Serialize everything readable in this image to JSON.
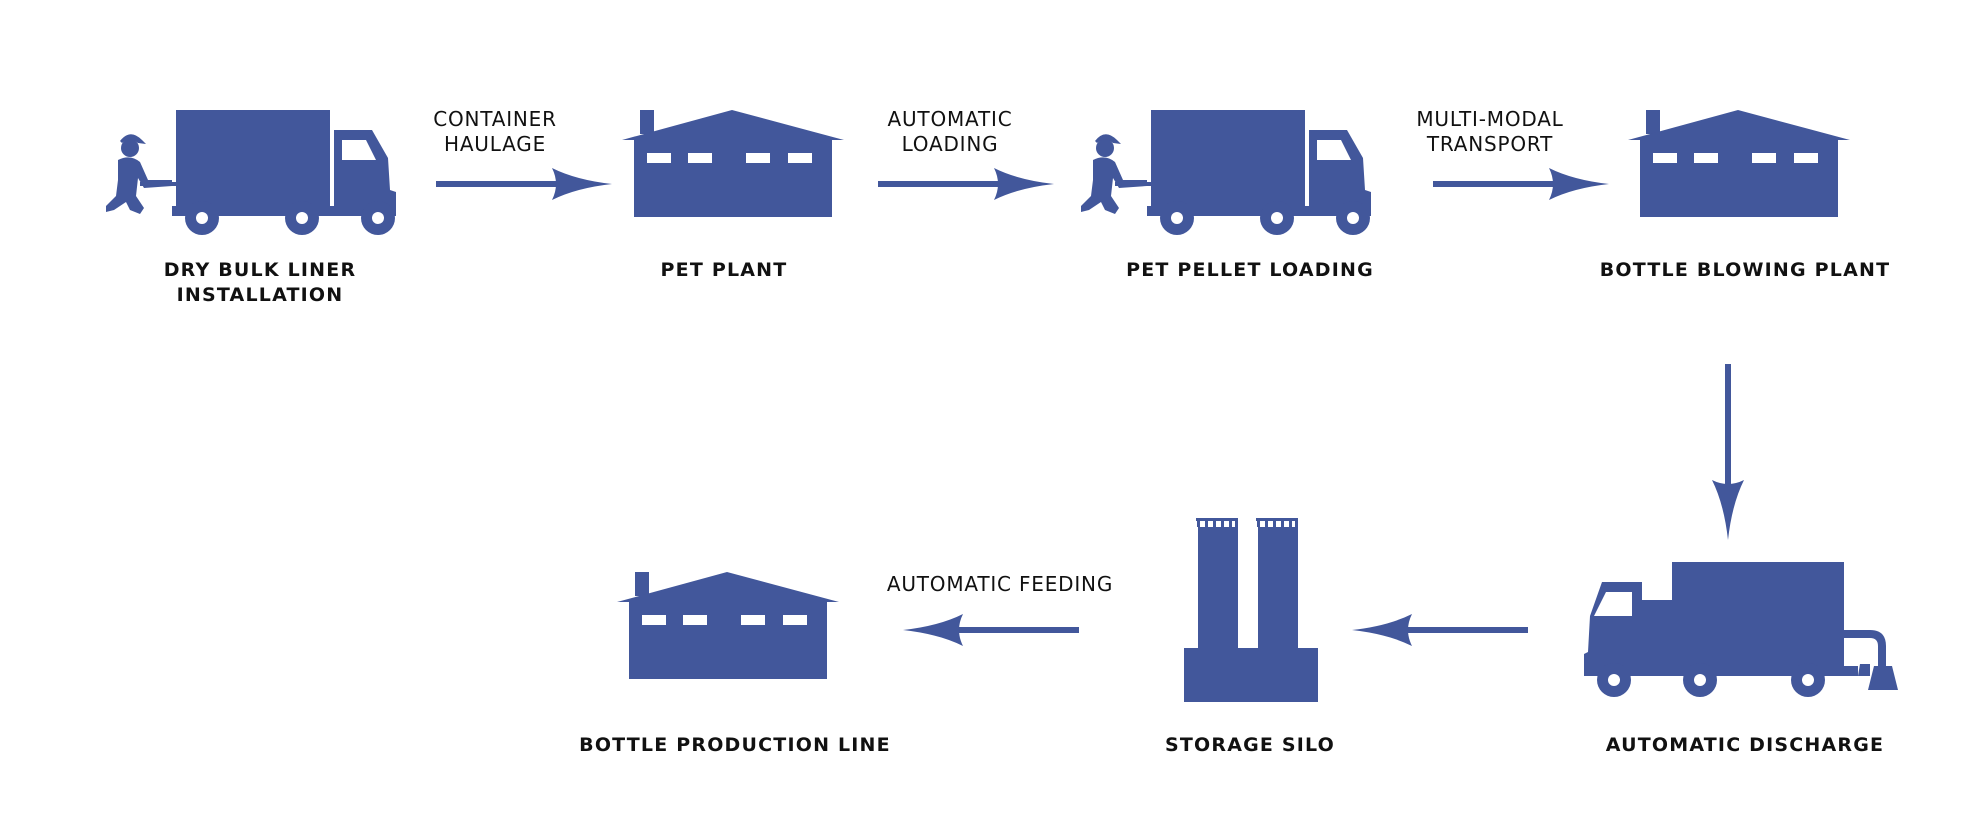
{
  "colors": {
    "icon": "#42579b",
    "text": "#111111"
  },
  "nodes": {
    "liner_install": {
      "label": "DRY BULK LINER\nINSTALLATION",
      "icon": "truck-with-worker-icon"
    },
    "pet_plant": {
      "label": "PET PLANT",
      "icon": "factory-icon"
    },
    "pellet_loading": {
      "label": "PET PELLET LOADING",
      "icon": "truck-with-worker-icon"
    },
    "blowing_plant": {
      "label": "BOTTLE BLOWING PLANT",
      "icon": "factory-icon"
    },
    "auto_discharge": {
      "label": "AUTOMATIC DISCHARGE",
      "icon": "truck-with-vacuum-hose-icon"
    },
    "storage_silo": {
      "label": "STORAGE SILO",
      "icon": "silo-icon"
    },
    "production_line": {
      "label": "BOTTLE PRODUCTION LINE",
      "icon": "factory-icon"
    }
  },
  "edges": {
    "e1": {
      "from": "liner_install",
      "to": "pet_plant",
      "label": "CONTAINER\nHAULAGE"
    },
    "e2": {
      "from": "pet_plant",
      "to": "pellet_loading",
      "label": "AUTOMATIC\nLOADING"
    },
    "e3": {
      "from": "pellet_loading",
      "to": "blowing_plant",
      "label": "MULTI-MODAL\nTRANSPORT"
    },
    "e4": {
      "from": "blowing_plant",
      "to": "auto_discharge",
      "label": ""
    },
    "e5": {
      "from": "auto_discharge",
      "to": "storage_silo",
      "label": ""
    },
    "e6": {
      "from": "storage_silo",
      "to": "production_line",
      "label": "AUTOMATIC FEEDING"
    }
  }
}
